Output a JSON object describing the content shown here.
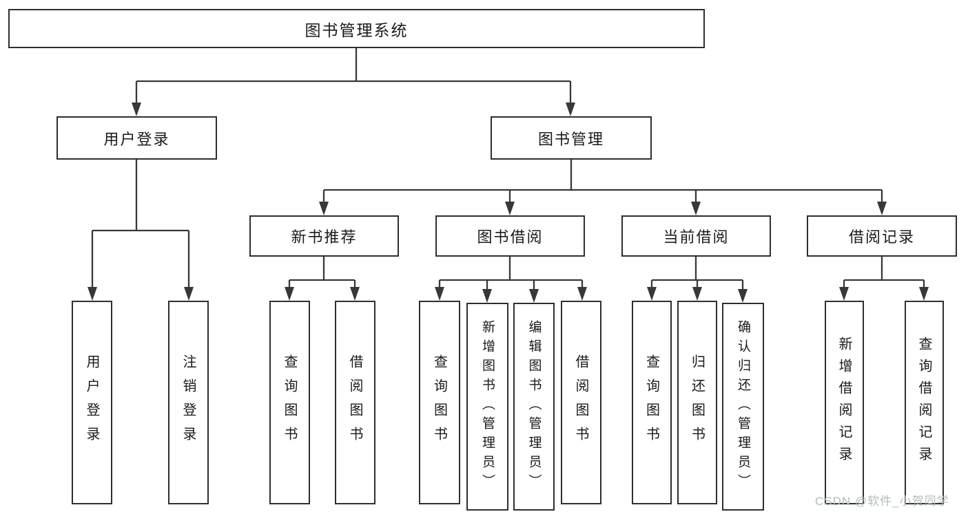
{
  "diagram": {
    "root": "图书管理系统",
    "branches": [
      {
        "label": "用户登录",
        "children": [
          "用户登录",
          "注销登录"
        ]
      },
      {
        "label": "图书管理",
        "children": [
          {
            "label": "新书推荐",
            "children": [
              "查询图书",
              "借阅图书"
            ]
          },
          {
            "label": "图书借阅",
            "children": [
              "查询图书",
              "新增图书（管理员）",
              "编辑图书（管理员）",
              "借阅图书"
            ]
          },
          {
            "label": "当前借阅",
            "children": [
              "查询图书",
              "归还图书",
              "确认归还（管理员）"
            ]
          },
          {
            "label": "借阅记录",
            "children": [
              "新增借阅记录",
              "查询借阅记录"
            ]
          }
        ]
      }
    ],
    "watermark": "CSDN @软件_小贺同学",
    "colors": {
      "line": "#383838",
      "box_border": "#2e2e2e",
      "background": "#ffffff",
      "text": "#1a1a1a",
      "watermark": "#b4bac1"
    }
  }
}
